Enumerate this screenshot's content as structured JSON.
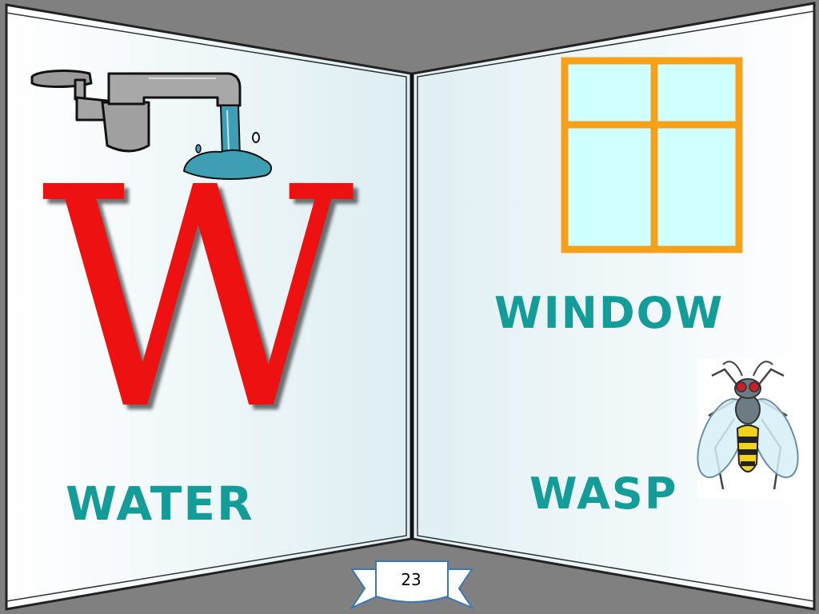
{
  "words": {
    "water": "WATER",
    "window": "WINDOW",
    "wasp": "WASP"
  },
  "letter": "W",
  "page_number": "23",
  "icons": {
    "faucet": "faucet-icon",
    "window": "window-icon",
    "wasp": "wasp-icon"
  },
  "colors": {
    "background": "#808080",
    "page": "#EEF8F9",
    "letter": "#EE1111",
    "word": "#139C98",
    "window_frame": "#F7A11A",
    "window_glass": "#CFFFFF"
  }
}
